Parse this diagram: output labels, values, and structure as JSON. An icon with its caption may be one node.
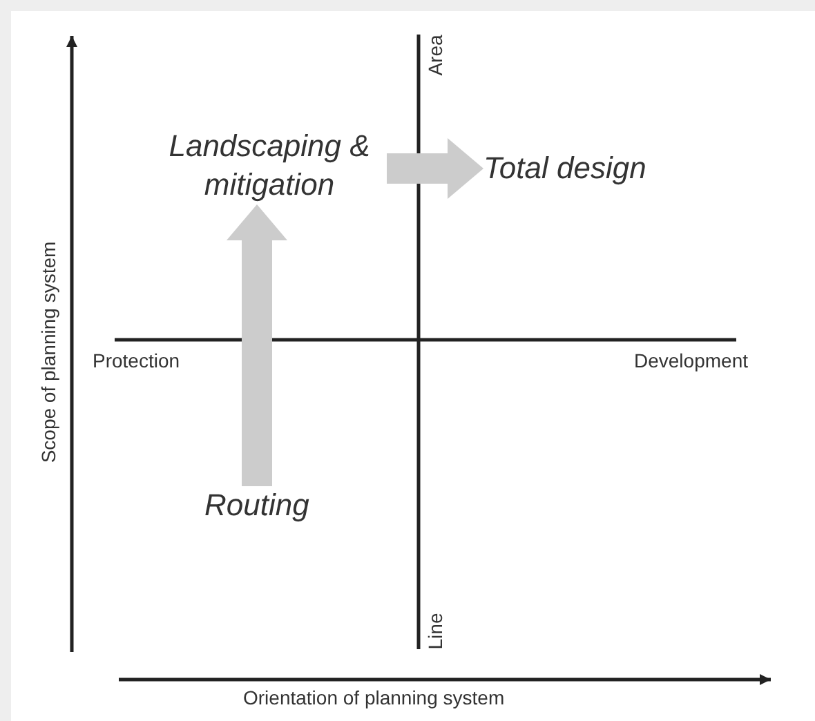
{
  "diagram": {
    "nodes": [
      {
        "text": [
          "Landscaping & mitigation"
        ]
      },
      {
        "text": [
          "Total design"
        ]
      },
      {
        "text": [
          "Routing"
        ]
      }
    ],
    "edges": [
      {
        "from": 2,
        "to": 0,
        "arrow": "to"
      },
      {
        "from": 0,
        "to": 1,
        "arrow": "to"
      }
    ],
    "labels": [
      "Area",
      "Scope of planning system",
      "Protection",
      "Development",
      "Line",
      "Orientation of planning system"
    ]
  }
}
